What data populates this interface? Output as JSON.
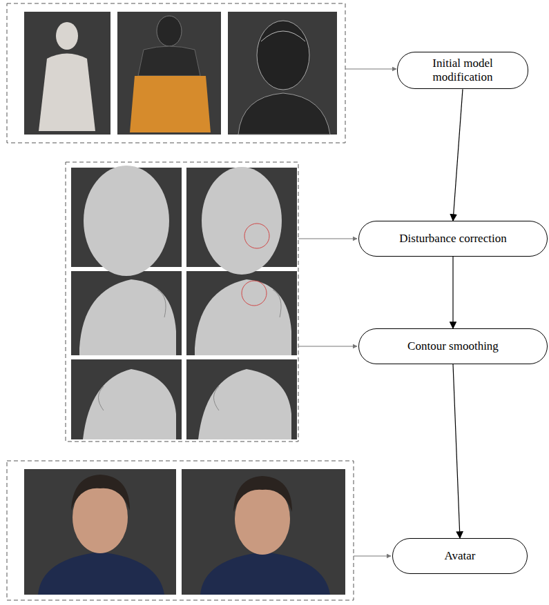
{
  "diagram": {
    "nodes": [
      {
        "text": [
          "Initial model modification"
        ]
      },
      {
        "text": [
          "Disturbance correction"
        ]
      },
      {
        "text": [
          "Contour smoothing"
        ]
      },
      {
        "text": [
          "Avatar"
        ]
      }
    ],
    "edges": [
      {
        "from": 0,
        "to": 1,
        "arrow": "to"
      },
      {
        "from": 1,
        "to": 2,
        "arrow": "to"
      },
      {
        "from": 2,
        "to": 3,
        "arrow": "to"
      }
    ]
  }
}
